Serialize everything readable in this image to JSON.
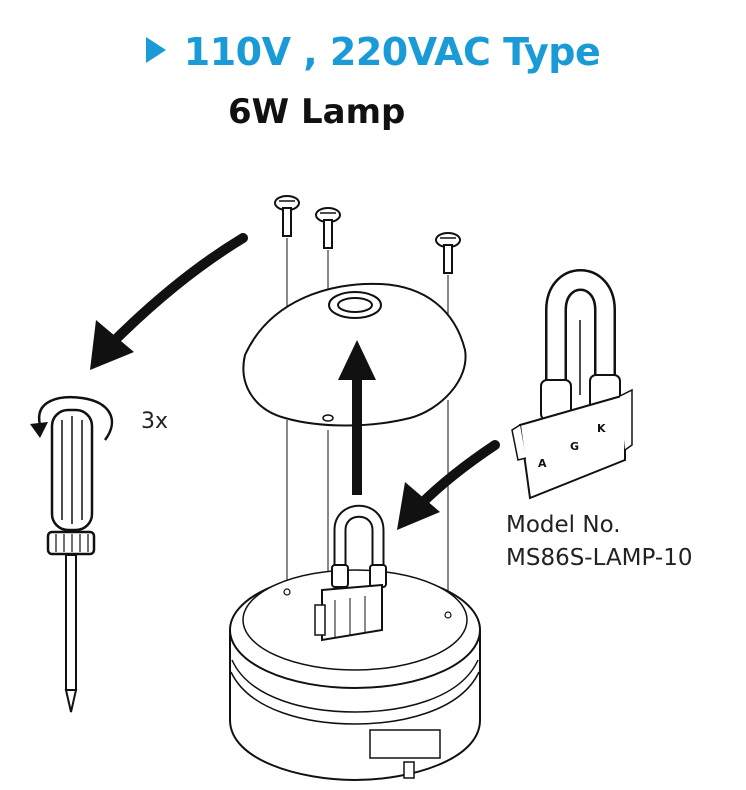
{
  "title": "110V , 220VAC Type",
  "subtitle": "6W Lamp",
  "screw_count": "3x",
  "model": {
    "label": "Model No.",
    "number": "MS86S-LAMP-10"
  },
  "socket_marks": [
    "A",
    "G",
    "K"
  ],
  "colors": {
    "accent": "#1a9bd7",
    "ink": "#111111"
  }
}
